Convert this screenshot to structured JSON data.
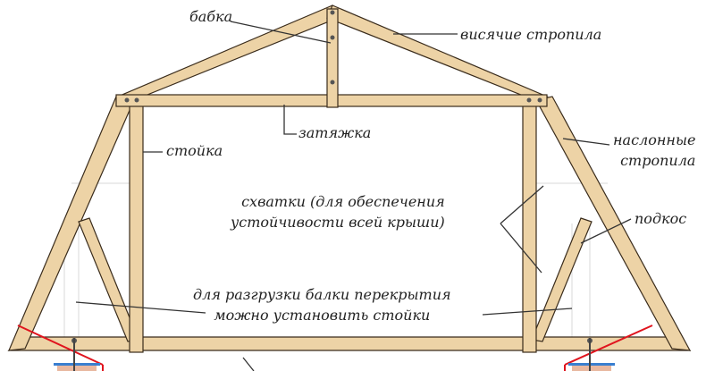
{
  "labels": {
    "babka": "бабка",
    "hanging_rafters": "висячие стропила",
    "tie_beam": "затяжка",
    "post": "стойка",
    "sloped_rafters_1": "наслонные",
    "sloped_rafters_2": "стропила",
    "braces_1": "схватки (для обеспечения",
    "braces_2": "устойчивости всей крыши)",
    "strut": "подкос",
    "note_1": "для разгрузки балки перекрытия",
    "note_2": "можно установить стойки"
  },
  "colors": {
    "wood": "#edd3a6",
    "outline": "#3a2c1c",
    "red": "#e0141e",
    "blue": "#3a7fd0"
  }
}
